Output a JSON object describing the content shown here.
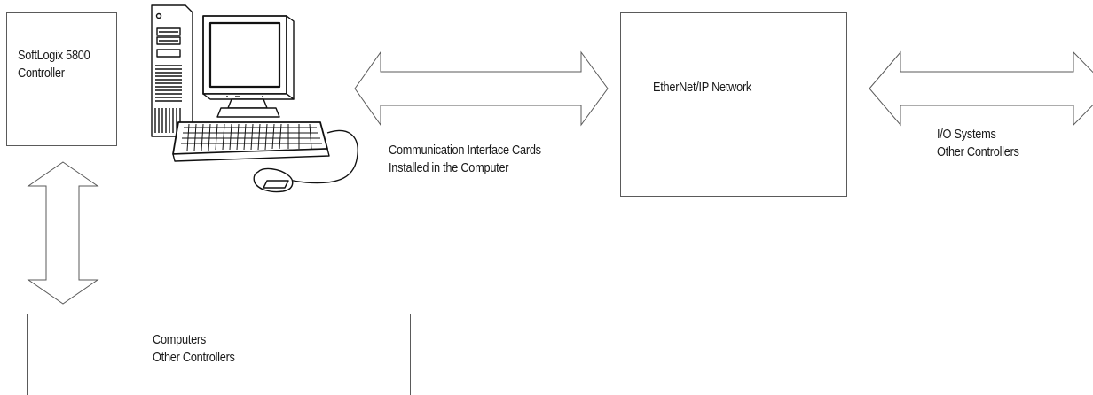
{
  "controller_box": {
    "line1": "SoftLogix 5800",
    "line2": "Controller"
  },
  "network_box": {
    "label": "EtherNet/IP Network"
  },
  "bottom_box": {
    "line1": "Computers",
    "line2": "Other Controllers"
  },
  "comm_label": {
    "line1": "Communication Interface Cards",
    "line2": "Installed in the Computer"
  },
  "io_label": {
    "line1": "I/O Systems",
    "line2": "Other Controllers"
  },
  "icons": [
    "computer-workstation-icon",
    "double-headed-arrow-icon"
  ],
  "colors": {
    "line": "#5a5a5a",
    "text": "#1a1a1a",
    "background": "#ffffff"
  }
}
